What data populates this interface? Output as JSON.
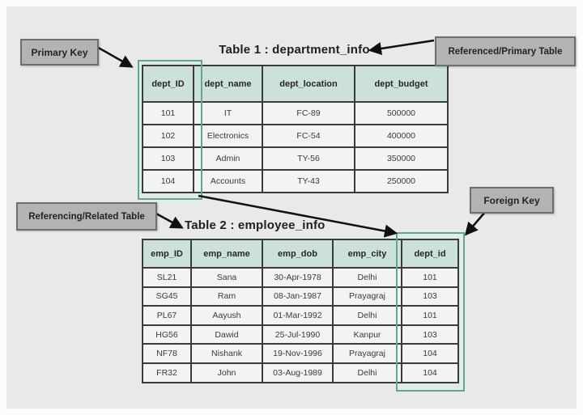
{
  "labels": {
    "primary_key": "Primary Key",
    "referenced_table": "Referenced/Primary Table",
    "referencing_table": "Referencing/Related Table",
    "foreign_key": "Foreign Key"
  },
  "table1": {
    "title": "Table 1 : department_info",
    "headers": [
      "dept_ID",
      "dept_name",
      "dept_location",
      "dept_budget"
    ],
    "rows": [
      [
        "101",
        "IT",
        "FC-89",
        "500000"
      ],
      [
        "102",
        "Electronics",
        "FC-54",
        "400000"
      ],
      [
        "103",
        "Admin",
        "TY-56",
        "350000"
      ],
      [
        "104",
        "Accounts",
        "TY-43",
        "250000"
      ]
    ],
    "key_column": "dept_ID",
    "key_role": "primary key"
  },
  "table2": {
    "title": "Table 2 : employee_info",
    "headers": [
      "emp_ID",
      "emp_name",
      "emp_dob",
      "emp_city",
      "dept_id"
    ],
    "rows": [
      [
        "SL21",
        "Sana",
        "30-Apr-1978",
        "Delhi",
        "101"
      ],
      [
        "SG45",
        "Ram",
        "08-Jan-1987",
        "Prayagraj",
        "103"
      ],
      [
        "PL67",
        "Aayush",
        "01-Mar-1992",
        "Delhi",
        "101"
      ],
      [
        "HG56",
        "Dawid",
        "25-Jul-1990",
        "Kanpur",
        "103"
      ],
      [
        "NF78",
        "Nishank",
        "19-Nov-1996",
        "Prayagraj",
        "104"
      ],
      [
        "FR32",
        "John",
        "03-Aug-1989",
        "Delhi",
        "104"
      ]
    ],
    "key_column": "dept_id",
    "key_role": "foreign key"
  },
  "colors": {
    "header_fill": "#cce2d9",
    "cell_fill": "#f3f3f1",
    "table_border": "#3b3b3b",
    "highlight_border": "#5fa88e",
    "highlight_fill": "#dcece6",
    "label_fill": "#b3b3b3",
    "label_border": "#6e6e6e",
    "arrow": "#111111",
    "background": "#e9e9e7"
  }
}
